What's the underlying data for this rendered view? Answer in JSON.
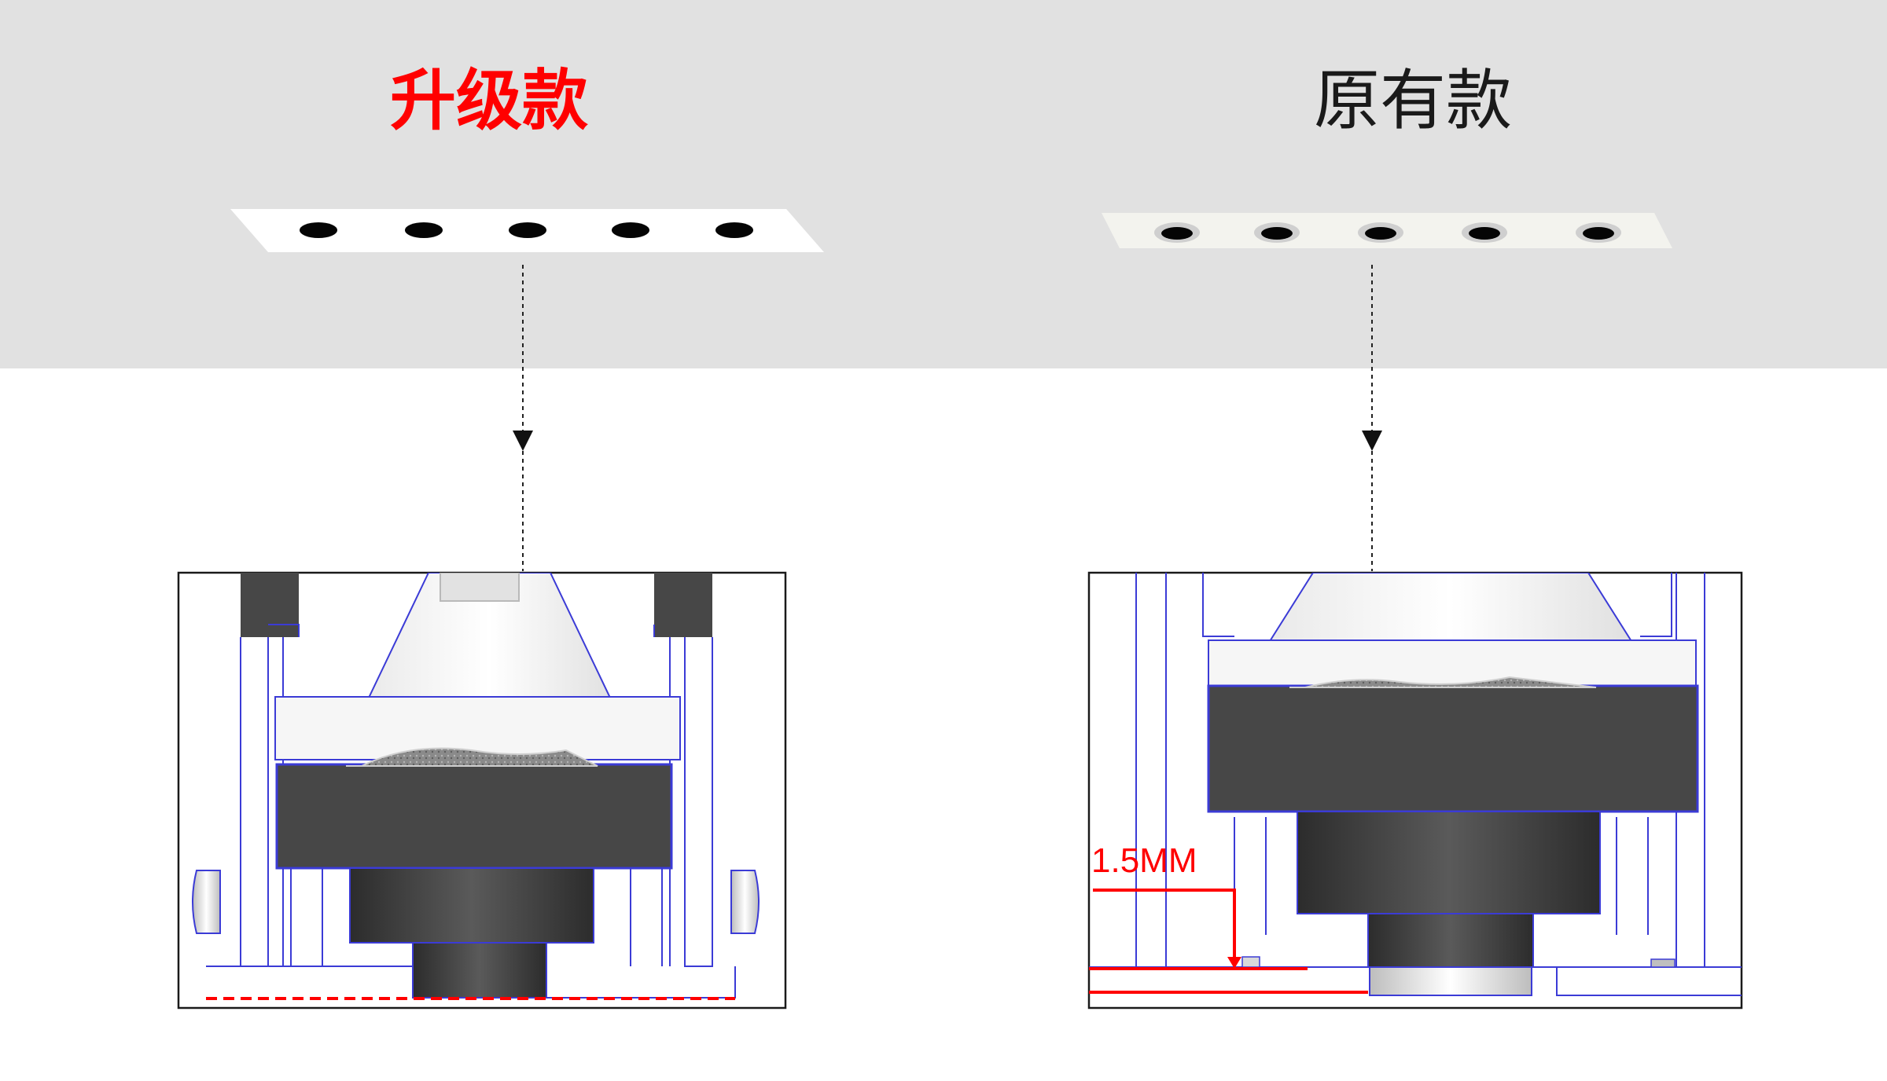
{
  "headings": {
    "upgraded": "升级款",
    "original": "原有款"
  },
  "annotation": {
    "dimension": "1.5MM"
  },
  "colors": {
    "background_top": "#e1e1e1",
    "background_bottom": "#ffffff",
    "upgraded_title": "#ff0000",
    "original_title": "#1a1a1a",
    "dimension_mark": "#ff0000",
    "outline": "#3b3bd6",
    "dark_part": "#474747"
  }
}
